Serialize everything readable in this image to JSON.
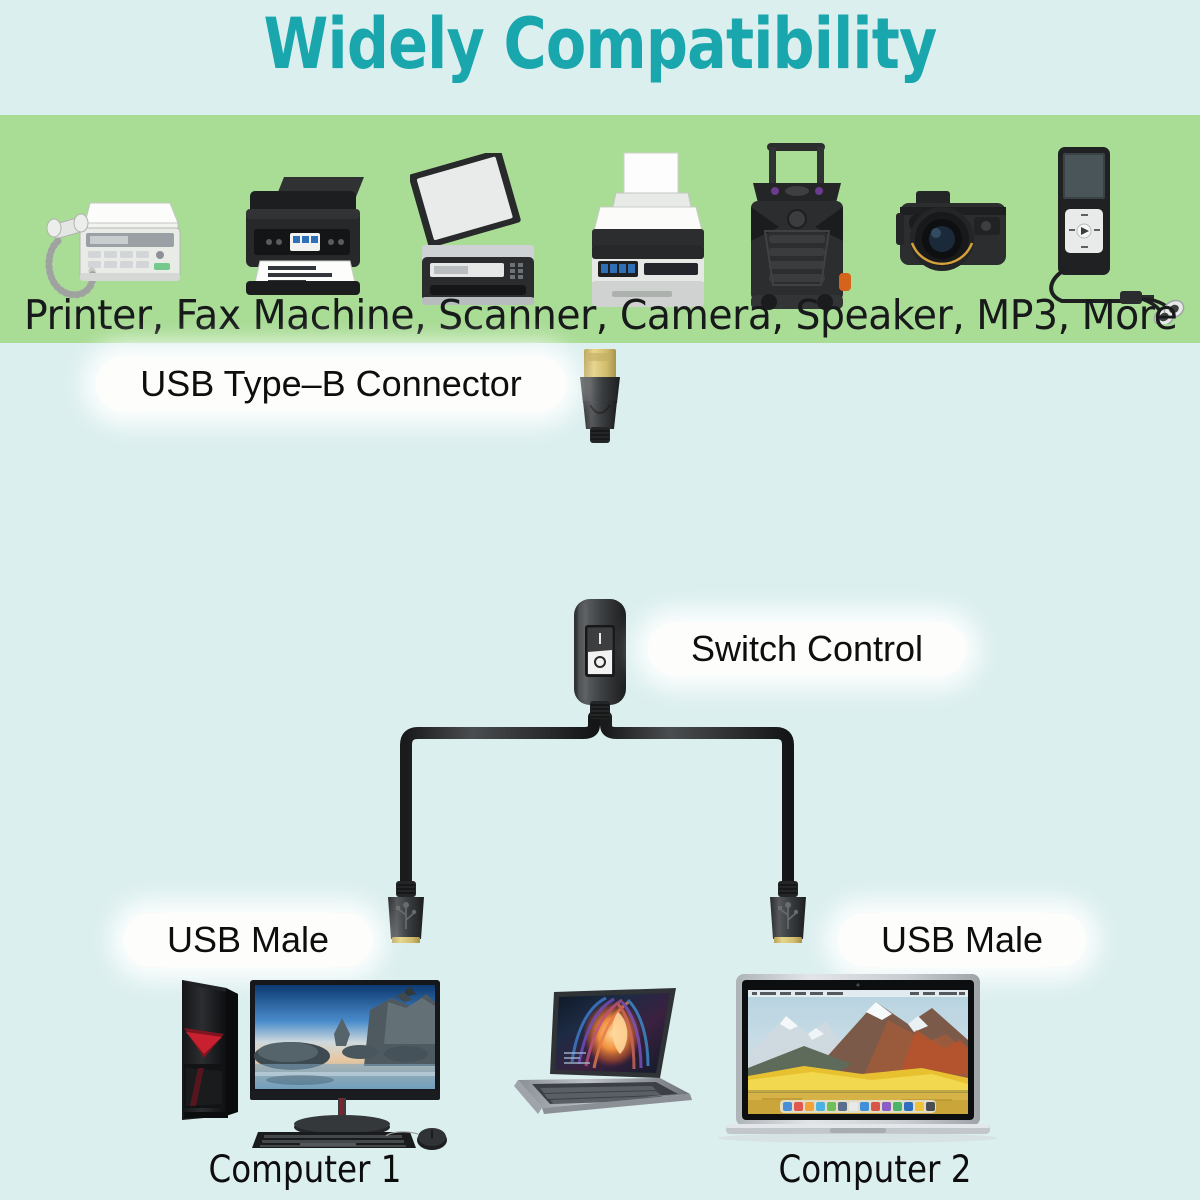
{
  "page": {
    "title": "Widely Compatibility",
    "background_color": "#dcefef",
    "title_color": "#1aa6ad"
  },
  "compat_banner": {
    "background_color": "#a9dc95",
    "caption": "Printer, Fax Machine, Scanner, Camera, Speaker, MP3, More",
    "devices": [
      {
        "name": "fax-machine",
        "label": "Fax Machine"
      },
      {
        "name": "inkjet-printer",
        "label": "Printer"
      },
      {
        "name": "flatbed-scanner",
        "label": "Scanner"
      },
      {
        "name": "multifunction-printer",
        "label": "Printer"
      },
      {
        "name": "trolley-speaker",
        "label": "Speaker"
      },
      {
        "name": "dslr-camera",
        "label": "Camera"
      },
      {
        "name": "mp3-player",
        "label": "MP3"
      }
    ]
  },
  "diagram": {
    "labels": {
      "type_b": "USB Type–B Connector",
      "switch": "Switch Control",
      "usb_male_left": "USB Male",
      "usb_male_right": "USB Male"
    },
    "captions": {
      "computer1": "Computer 1",
      "computer2": "Computer 2"
    },
    "switch": {
      "on_symbol": "|",
      "off_symbol": "○"
    },
    "cable_color": "#2d2f30",
    "connector_gold": "#d8c168"
  }
}
